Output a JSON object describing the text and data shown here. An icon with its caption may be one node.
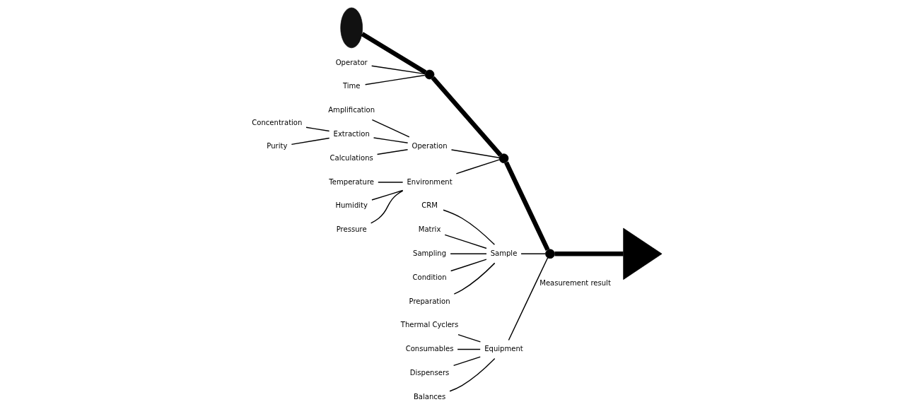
{
  "diagram": {
    "nodes": [
      {
        "text": [],
        "shape": "crescent"
      },
      {
        "text": [
          "Operator"
        ]
      },
      {
        "text": [
          "Time"
        ]
      },
      {
        "text": [],
        "shape": "circle"
      },
      {
        "text": [
          "Operation"
        ]
      },
      {
        "text": [
          "Amplification"
        ]
      },
      {
        "text": [
          "Extraction"
        ]
      },
      {
        "text": [
          "Concentration"
        ]
      },
      {
        "text": [
          "Purity"
        ]
      },
      {
        "text": [
          "Calculations"
        ]
      },
      {
        "text": [
          "Environment"
        ]
      },
      {
        "text": [
          "Temperature"
        ]
      },
      {
        "text": [
          "Humidity"
        ]
      },
      {
        "text": [
          "Pressure"
        ]
      },
      {
        "text": [],
        "shape": "circle"
      },
      {
        "text": [
          "Sample"
        ]
      },
      {
        "text": [
          "CRM"
        ]
      },
      {
        "text": [
          "Matrix"
        ]
      },
      {
        "text": [
          "Sampling"
        ]
      },
      {
        "text": [
          "Condition"
        ]
      },
      {
        "text": [
          "Preparation"
        ]
      },
      {
        "text": [
          "Equipment"
        ]
      },
      {
        "text": [
          "Thermal Cyclers"
        ]
      },
      {
        "text": [
          "Consumables"
        ]
      },
      {
        "text": [
          "Dispensers"
        ]
      },
      {
        "text": [
          "Balances"
        ]
      },
      {
        "text": [],
        "shape": "circle"
      },
      {
        "text": [],
        "shape": "triangle",
        "beside": [
          "Measurement result"
        ]
      }
    ],
    "edges": [
      {
        "from": 0,
        "to": 3,
        "arrow": "none",
        "style": "thick"
      },
      {
        "from": 1,
        "to": 3,
        "arrow": "none"
      },
      {
        "from": 2,
        "to": 3,
        "arrow": "none"
      },
      {
        "from": 3,
        "to": 14,
        "arrow": "none",
        "style": "thick"
      },
      {
        "from": 5,
        "to": 4,
        "arrow": "none"
      },
      {
        "from": 6,
        "to": 4,
        "arrow": "none"
      },
      {
        "from": 7,
        "to": 6,
        "arrow": "none"
      },
      {
        "from": 8,
        "to": 6,
        "arrow": "none"
      },
      {
        "from": 9,
        "to": 4,
        "arrow": "none"
      },
      {
        "from": 4,
        "to": 14,
        "arrow": "none"
      },
      {
        "from": 11,
        "to": 10,
        "arrow": "none"
      },
      {
        "from": 12,
        "to": 10,
        "arrow": "none"
      },
      {
        "from": 13,
        "to": 10,
        "arrow": "none"
      },
      {
        "from": 10,
        "to": 14,
        "arrow": "none"
      },
      {
        "from": 14,
        "to": 26,
        "arrow": "none",
        "style": "thick"
      },
      {
        "from": 16,
        "to": 15,
        "arrow": "none"
      },
      {
        "from": 17,
        "to": 15,
        "arrow": "none"
      },
      {
        "from": 18,
        "to": 15,
        "arrow": "none"
      },
      {
        "from": 19,
        "to": 15,
        "arrow": "none"
      },
      {
        "from": 20,
        "to": 15,
        "arrow": "none"
      },
      {
        "from": 15,
        "to": 26,
        "arrow": "none"
      },
      {
        "from": 22,
        "to": 21,
        "arrow": "none"
      },
      {
        "from": 23,
        "to": 21,
        "arrow": "none"
      },
      {
        "from": 24,
        "to": 21,
        "arrow": "none"
      },
      {
        "from": 25,
        "to": 21,
        "arrow": "none"
      },
      {
        "from": 21,
        "to": 26,
        "arrow": "none"
      },
      {
        "from": 26,
        "to": 27,
        "arrow": "none",
        "style": "thick"
      }
    ]
  }
}
